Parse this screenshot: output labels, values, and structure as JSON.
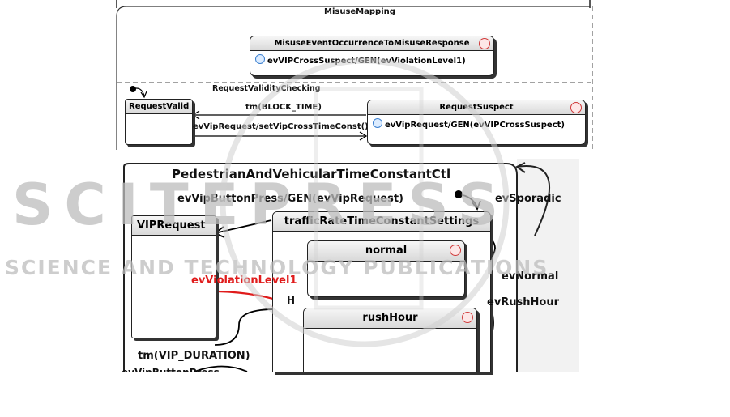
{
  "top": {
    "outer_title": "MisuseMapping",
    "region_label": "RequestValidityChecking",
    "mapping_state": {
      "title": "MisuseEventOccurrenceToMisuseResponse",
      "action": "evVIPCrossSuspect/GEN(evViolationLevel1)"
    },
    "request_valid": {
      "title": "RequestValid"
    },
    "request_suspect": {
      "title": "RequestSuspect",
      "action": "evVipRequest/GEN(evVIPCrossSuspect)"
    },
    "transition_timeout": "tm(BLOCK_TIME)",
    "transition_request": "evVipRequest/setVipCrossTimeConst()"
  },
  "bottom": {
    "outer_title": "PedestrianAndVehicularTimeConstantCtl",
    "trigger_label": "evVipButtonPress/GEN(evVipRequest)",
    "vip_request": {
      "title": "VIPRequest"
    },
    "settings": {
      "title": "trafficRateTimeConstantSettings"
    },
    "normal": {
      "title": "normal"
    },
    "rush_hour": {
      "title": "rushHour"
    },
    "history_symbol": "H",
    "violation_label": "evViolationLevel1",
    "sporadic_label": "evSporadic",
    "normal_label": "evNormal",
    "rushhour_label": "evRushHour",
    "vip_duration_label": "tm(VIP_DURATION)",
    "cut_label": "evVipButtonPress"
  },
  "watermark": {
    "brand": "SCITEPRESS",
    "tagline": "SCIENCE AND TECHNOLOGY PUBLICATIONS"
  },
  "colors": {
    "violation_arrow": "#e01b1b",
    "accent_icon": "#d03a3a"
  }
}
